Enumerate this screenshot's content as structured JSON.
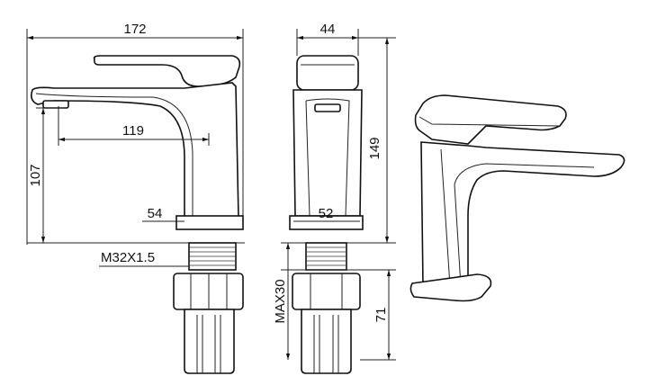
{
  "title": "Basin mixer tap dimension drawing",
  "dimensions": {
    "overall_length": "172",
    "body_width": "44",
    "overall_height": "149",
    "spout_reach": "119",
    "spout_height": "107",
    "base_width_front": "54",
    "base_width_side": "52",
    "thread": "M32X1.5",
    "max_counter_thickness": "MAX30",
    "shank_length": "71"
  },
  "colors": {
    "line": "#111111",
    "background": "#ffffff"
  }
}
